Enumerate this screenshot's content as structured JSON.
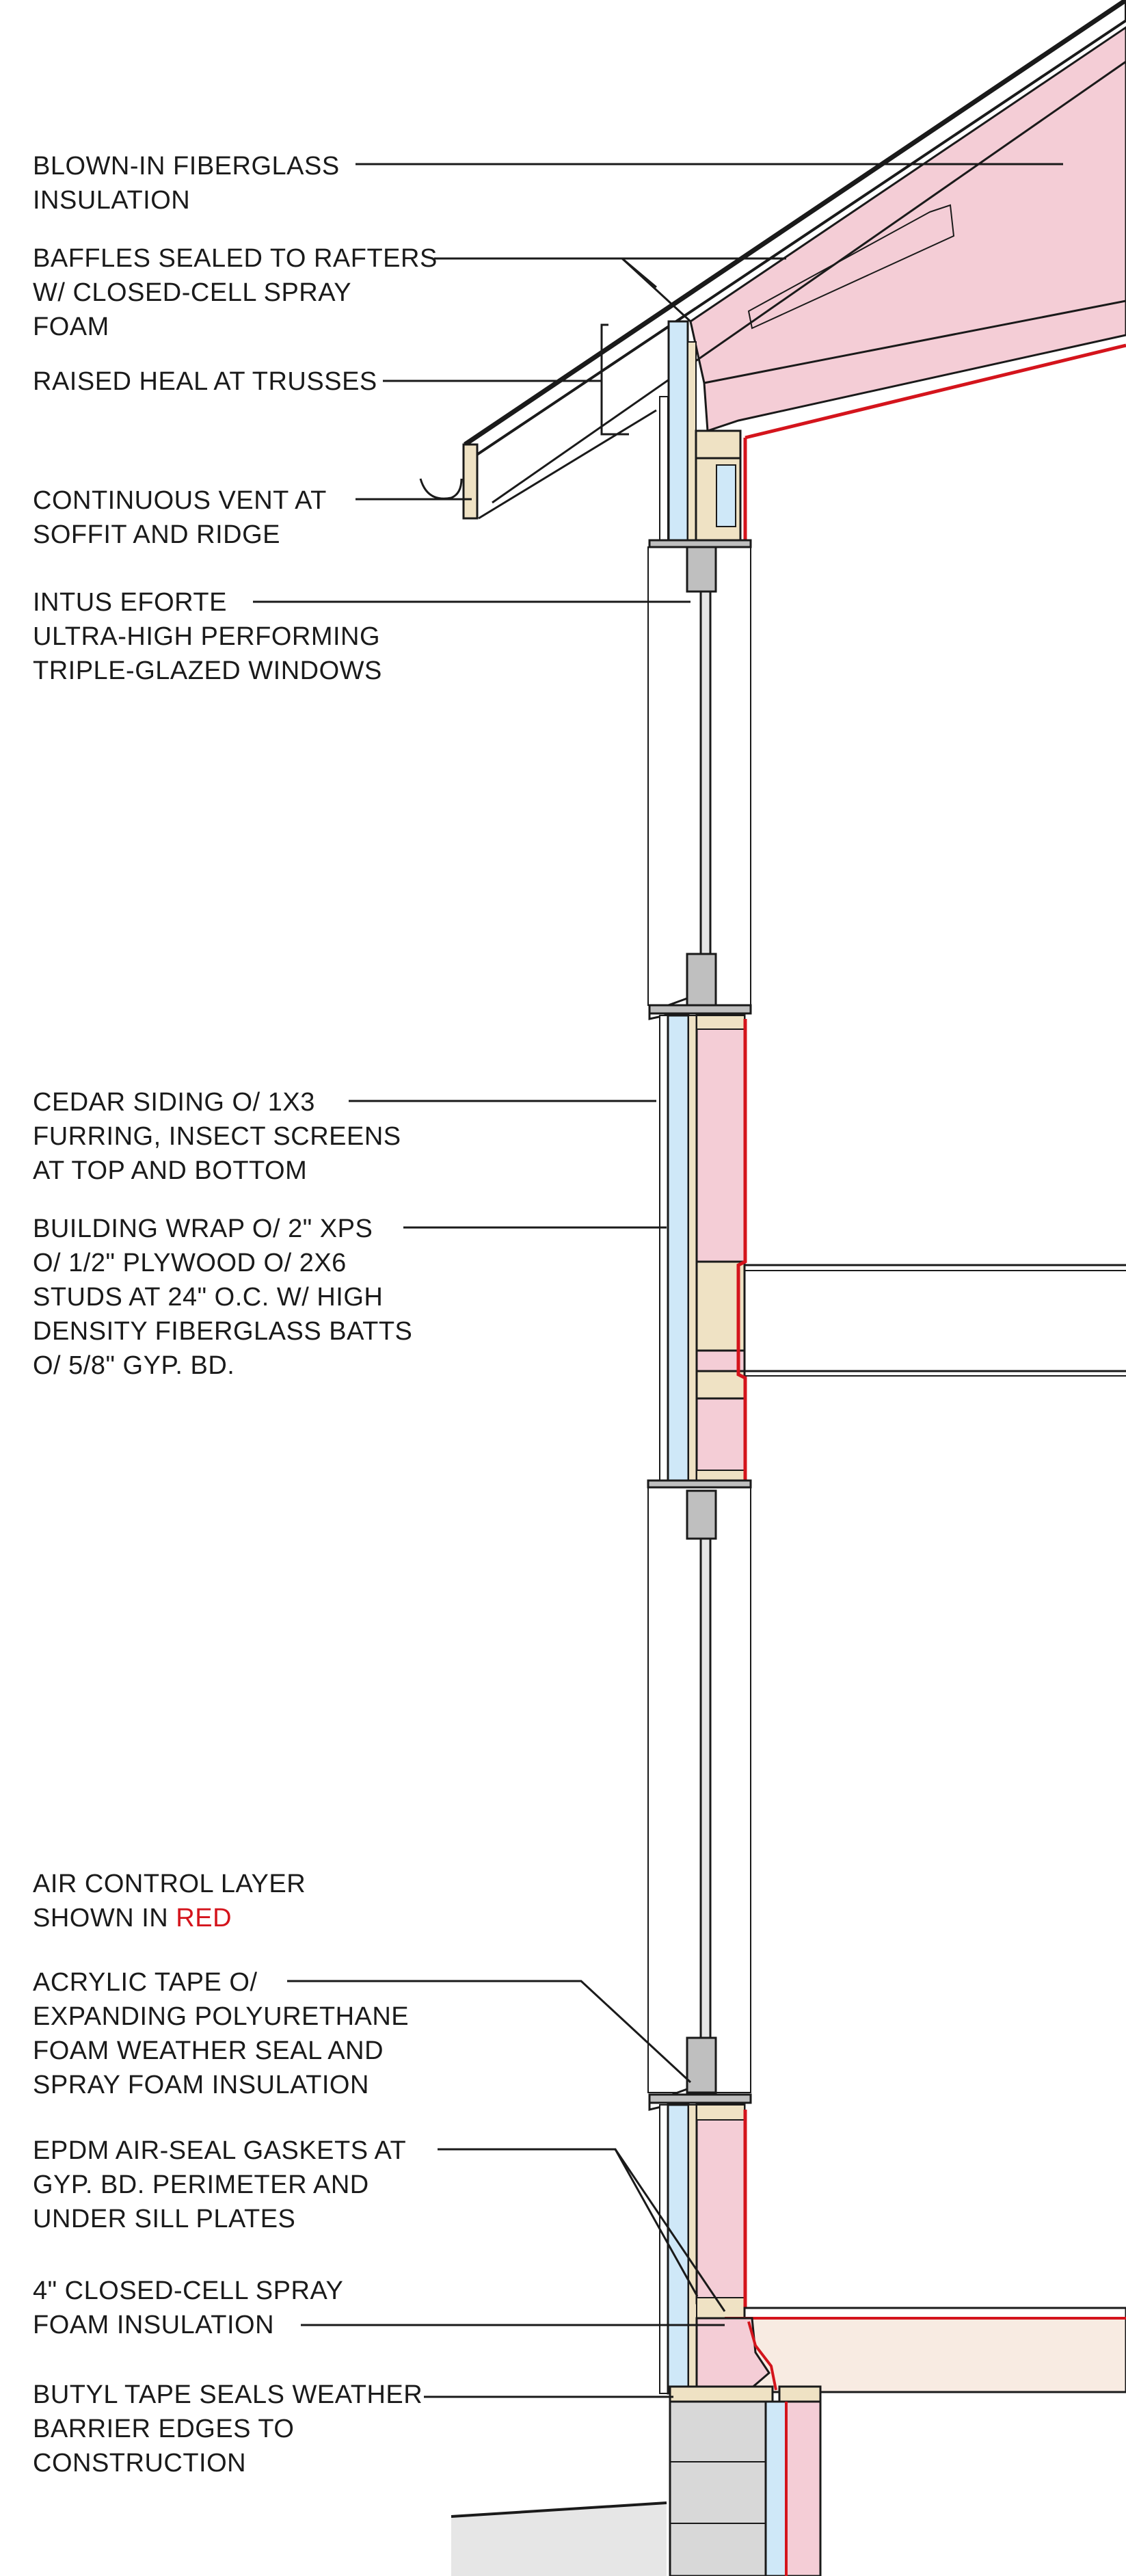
{
  "colors": {
    "air_control_layer": "#d4141c",
    "insulation_fill": "#f4cdd6",
    "rigid_foam_fill": "#cfe8f8",
    "lumber_fill": "#efe2c4",
    "masonry_fill": "#d8d8d8",
    "slab_fill": "#f8ebe2",
    "window_frame_fill": "#bfbfbf",
    "line": "#1a1a1a"
  },
  "callouts": [
    {
      "id": "blown-in-fiberglass",
      "lines": [
        "BLOWN-IN FIBERGLASS",
        "INSULATION"
      ]
    },
    {
      "id": "baffles",
      "lines": [
        "BAFFLES SEALED TO RAFTERS",
        "W/ CLOSED-CELL SPRAY",
        "FOAM"
      ]
    },
    {
      "id": "raised-heal",
      "lines": [
        "RAISED HEAL AT TRUSSES"
      ]
    },
    {
      "id": "continuous-vent",
      "lines": [
        "CONTINUOUS VENT AT",
        "SOFFIT AND RIDGE"
      ]
    },
    {
      "id": "intus-windows",
      "lines": [
        "INTUS EFORTE",
        "ULTRA-HIGH PERFORMING",
        "TRIPLE-GLAZED WINDOWS"
      ]
    },
    {
      "id": "cedar-siding",
      "lines": [
        "CEDAR SIDING O/ 1X3",
        "FURRING, INSECT SCREENS",
        "AT TOP AND BOTTOM"
      ]
    },
    {
      "id": "building-wrap",
      "lines": [
        "BUILDING WRAP O/ 2\" XPS",
        "O/ 1/2\" PLYWOOD O/ 2X6",
        "STUDS AT 24\" O.C. W/ HIGH",
        "DENSITY FIBERGLASS BATTS",
        "O/ 5/8\" GYP. BD."
      ]
    },
    {
      "id": "air-control",
      "lines": [
        "AIR CONTROL LAYER"
      ],
      "last_line_prefix": "SHOWN IN ",
      "last_line_accent": "RED"
    },
    {
      "id": "acrylic-tape",
      "lines": [
        "ACRYLIC TAPE O/",
        "EXPANDING POLYURETHANE",
        "FOAM WEATHER SEAL AND",
        "SPRAY FOAM INSULATION"
      ]
    },
    {
      "id": "epdm-gaskets",
      "lines": [
        "EPDM AIR-SEAL GASKETS AT",
        "GYP. BD. PERIMETER AND",
        "UNDER SILL PLATES"
      ]
    },
    {
      "id": "closed-cell-foam",
      "lines": [
        "4\" CLOSED-CELL SPRAY",
        "FOAM INSULATION"
      ]
    },
    {
      "id": "butyl-tape",
      "lines": [
        "BUTYL TAPE SEALS WEATHER",
        "BARRIER EDGES TO",
        "CONSTRUCTION"
      ]
    }
  ]
}
